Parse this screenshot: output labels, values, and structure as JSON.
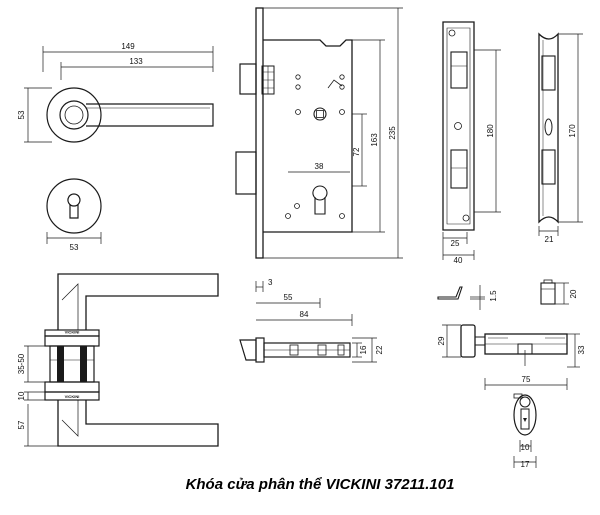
{
  "title": "Khóa cửa phân thể VICKINI 37211.101",
  "brand_mark": "VICKINI",
  "colors": {
    "line": "#1a1a1a",
    "background": "#ffffff"
  },
  "dims": {
    "handle_length": "149",
    "handle_reach": "133",
    "rose_height": "53",
    "escutcheon_diameter": "53",
    "door_min_max": "35-50",
    "rose_gap": "10",
    "lever_height": "57",
    "lock_width": "38",
    "spindle_to_key": "72",
    "case_height": "163",
    "faceplate_height": "235",
    "backset_3": "3",
    "backset_55": "55",
    "body_depth": "84",
    "latch_16": "16",
    "latch_22": "22",
    "strike_height": "180",
    "strike_inner_width": "25",
    "strike_width": "40",
    "strike_thickness": "1.5",
    "keeper_height": "170",
    "keeper_width": "21",
    "keeper_box_height": "20",
    "cylinder_29": "29",
    "cylinder_33": "33",
    "cylinder_length": "75",
    "cam_10": "10",
    "cam_17": "17"
  }
}
